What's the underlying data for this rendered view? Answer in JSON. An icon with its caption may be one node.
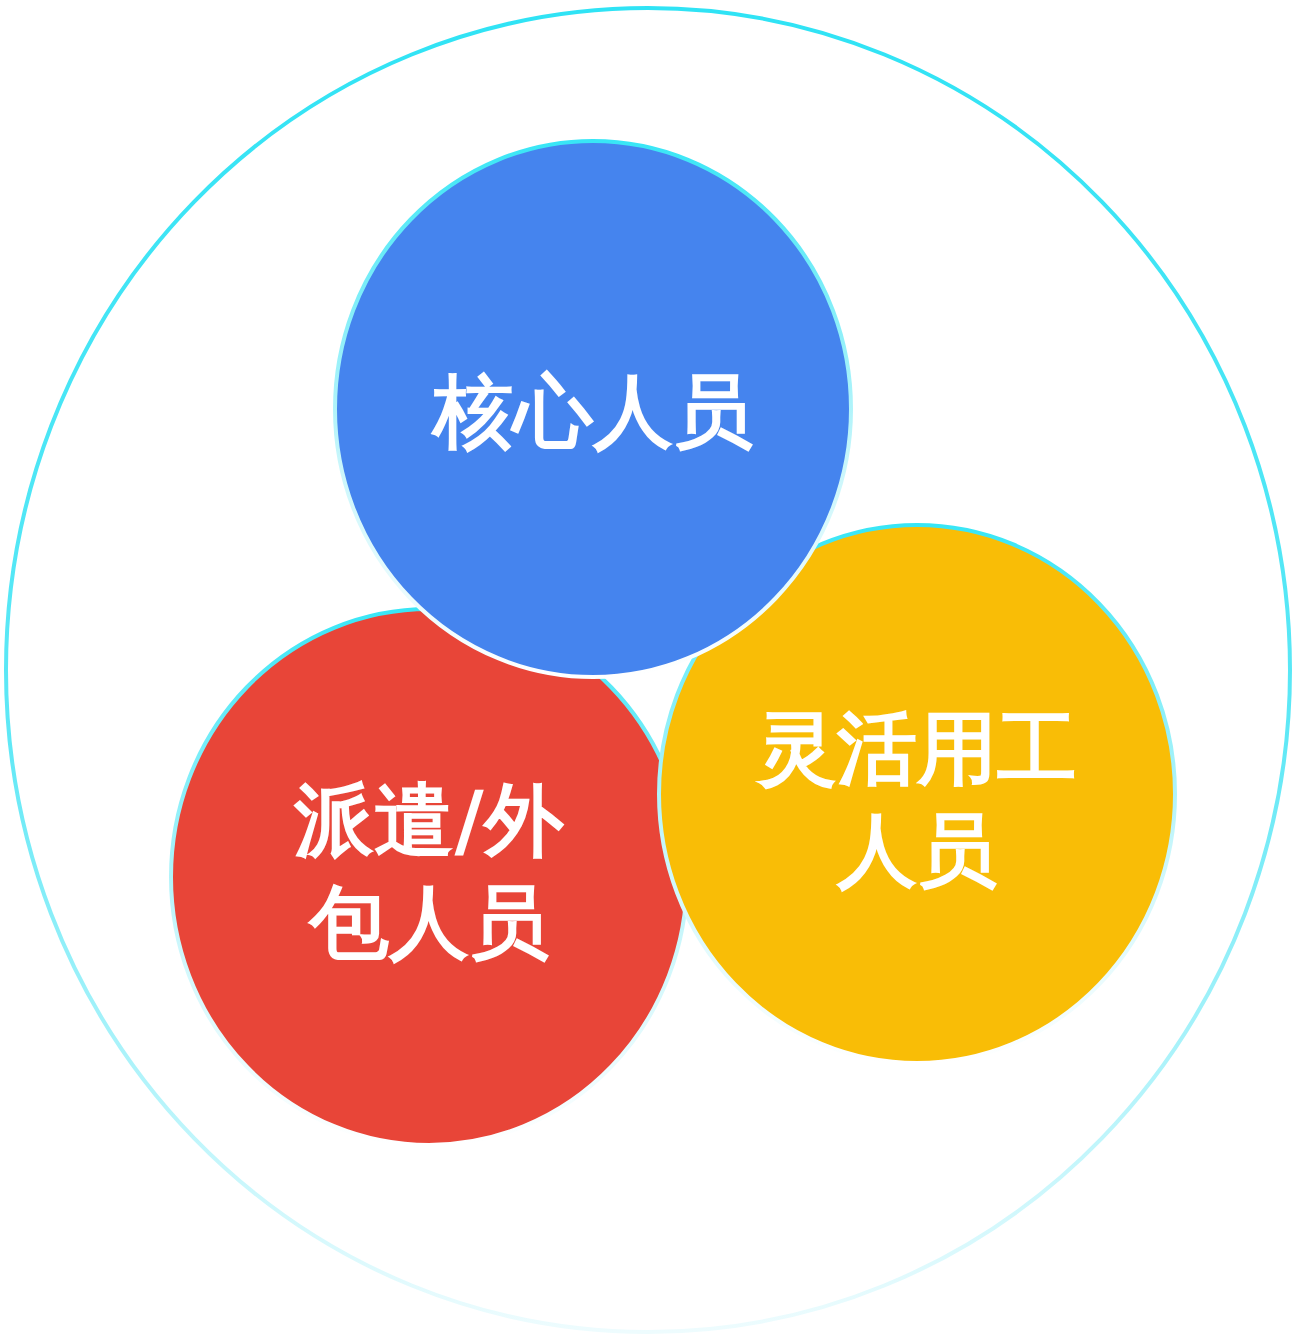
{
  "diagram": {
    "nodes": [
      {
        "text": [],
        "shape": "circle"
      },
      {
        "text": [
          "核心人员"
        ],
        "in": 0
      },
      {
        "text": [
          "派遣/外包人员"
        ],
        "in": 0
      },
      {
        "text": [
          "灵活用工人员"
        ],
        "in": 0
      }
    ]
  }
}
